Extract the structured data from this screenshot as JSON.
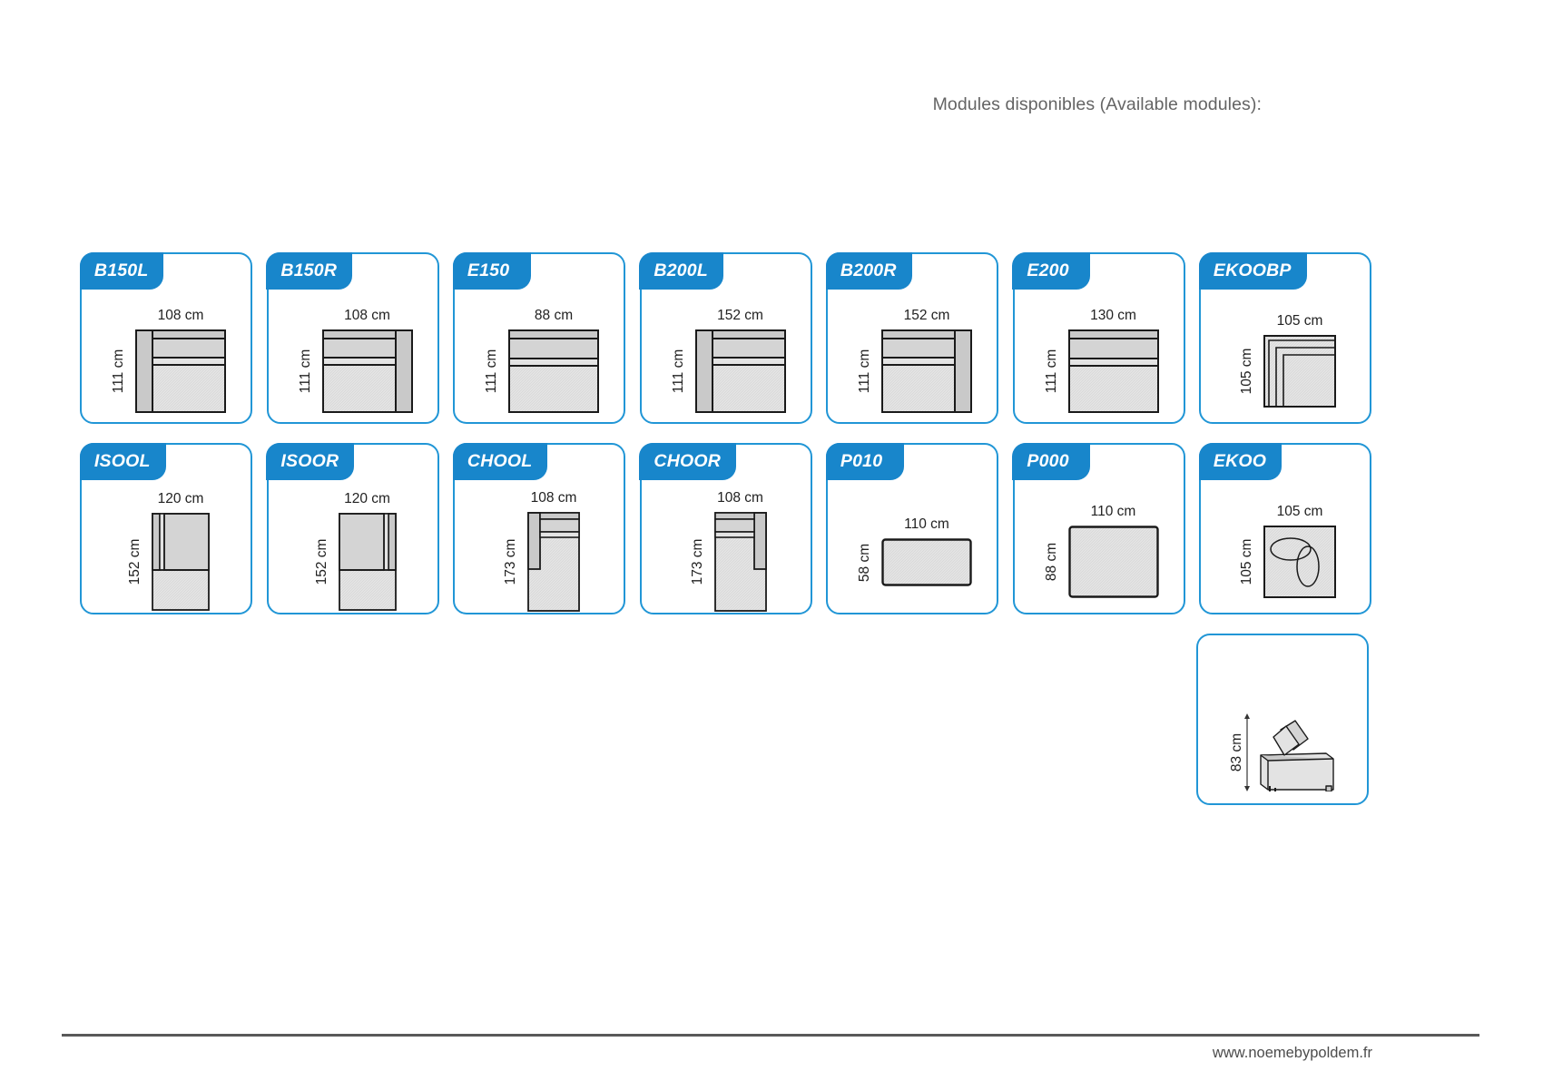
{
  "header": {
    "title": "Modules disponibles (Available modules):"
  },
  "footer": {
    "url": "www.noemebypoldem.fr"
  },
  "colors": {
    "tab_blue": "#1886cb",
    "card_border_blue": "#2196d6",
    "shape_fill": "#e3e3e3",
    "shape_fill_dark": "#c9c9c9",
    "shape_stroke": "#1a1a1a",
    "text_gray": "#646464"
  },
  "units": "cm",
  "rows": [
    {
      "cards": [
        {
          "code": "B150L",
          "width_label": "108 cm",
          "height_label": "111 cm",
          "shape": "arm-left",
          "width_cm": 108,
          "height_cm": 111
        },
        {
          "code": "B150R",
          "width_label": "108 cm",
          "height_label": "111 cm",
          "shape": "arm-right",
          "width_cm": 108,
          "height_cm": 111
        },
        {
          "code": "E150",
          "width_label": "88 cm",
          "height_label": "111 cm",
          "shape": "armless",
          "width_cm": 88,
          "height_cm": 111
        },
        {
          "code": "B200L",
          "width_label": "152 cm",
          "height_label": "111 cm",
          "shape": "arm-left",
          "width_cm": 152,
          "height_cm": 111
        },
        {
          "code": "B200R",
          "width_label": "152 cm",
          "height_label": "111 cm",
          "shape": "arm-right",
          "width_cm": 152,
          "height_cm": 111
        },
        {
          "code": "E200",
          "width_label": "130 cm",
          "height_label": "111 cm",
          "shape": "armless",
          "width_cm": 130,
          "height_cm": 111
        },
        {
          "code": "EKOOBP",
          "width_label": "105 cm",
          "height_label": "105 cm",
          "shape": "corner-bp",
          "width_cm": 105,
          "height_cm": 105
        }
      ]
    },
    {
      "cards": [
        {
          "code": "ISOOL",
          "width_label": "120 cm",
          "height_label": "152 cm",
          "shape": "iso-left",
          "width_cm": 120,
          "height_cm": 152
        },
        {
          "code": "ISOOR",
          "width_label": "120 cm",
          "height_label": "152 cm",
          "shape": "iso-right",
          "width_cm": 120,
          "height_cm": 152
        },
        {
          "code": "CHOOL",
          "width_label": "108 cm",
          "height_label": "173 cm",
          "shape": "chaise-left",
          "width_cm": 108,
          "height_cm": 173
        },
        {
          "code": "CHOOR",
          "width_label": "108 cm",
          "height_label": "173 cm",
          "shape": "chaise-right",
          "width_cm": 108,
          "height_cm": 173
        },
        {
          "code": "P010",
          "width_label": "110 cm",
          "height_label": "58 cm",
          "shape": "pouf",
          "width_cm": 110,
          "height_cm": 58
        },
        {
          "code": "P000",
          "width_label": "110 cm",
          "height_label": "88 cm",
          "shape": "pouf",
          "width_cm": 110,
          "height_cm": 88
        },
        {
          "code": "EKOO",
          "width_label": "105 cm",
          "height_label": "105 cm",
          "shape": "corner-round",
          "width_cm": 105,
          "height_cm": 105
        }
      ]
    },
    {
      "cards": [
        {
          "code": "",
          "width_label": "",
          "height_label": "83 cm",
          "shape": "perspective-sofa",
          "width_cm": null,
          "height_cm": 83
        }
      ]
    }
  ]
}
